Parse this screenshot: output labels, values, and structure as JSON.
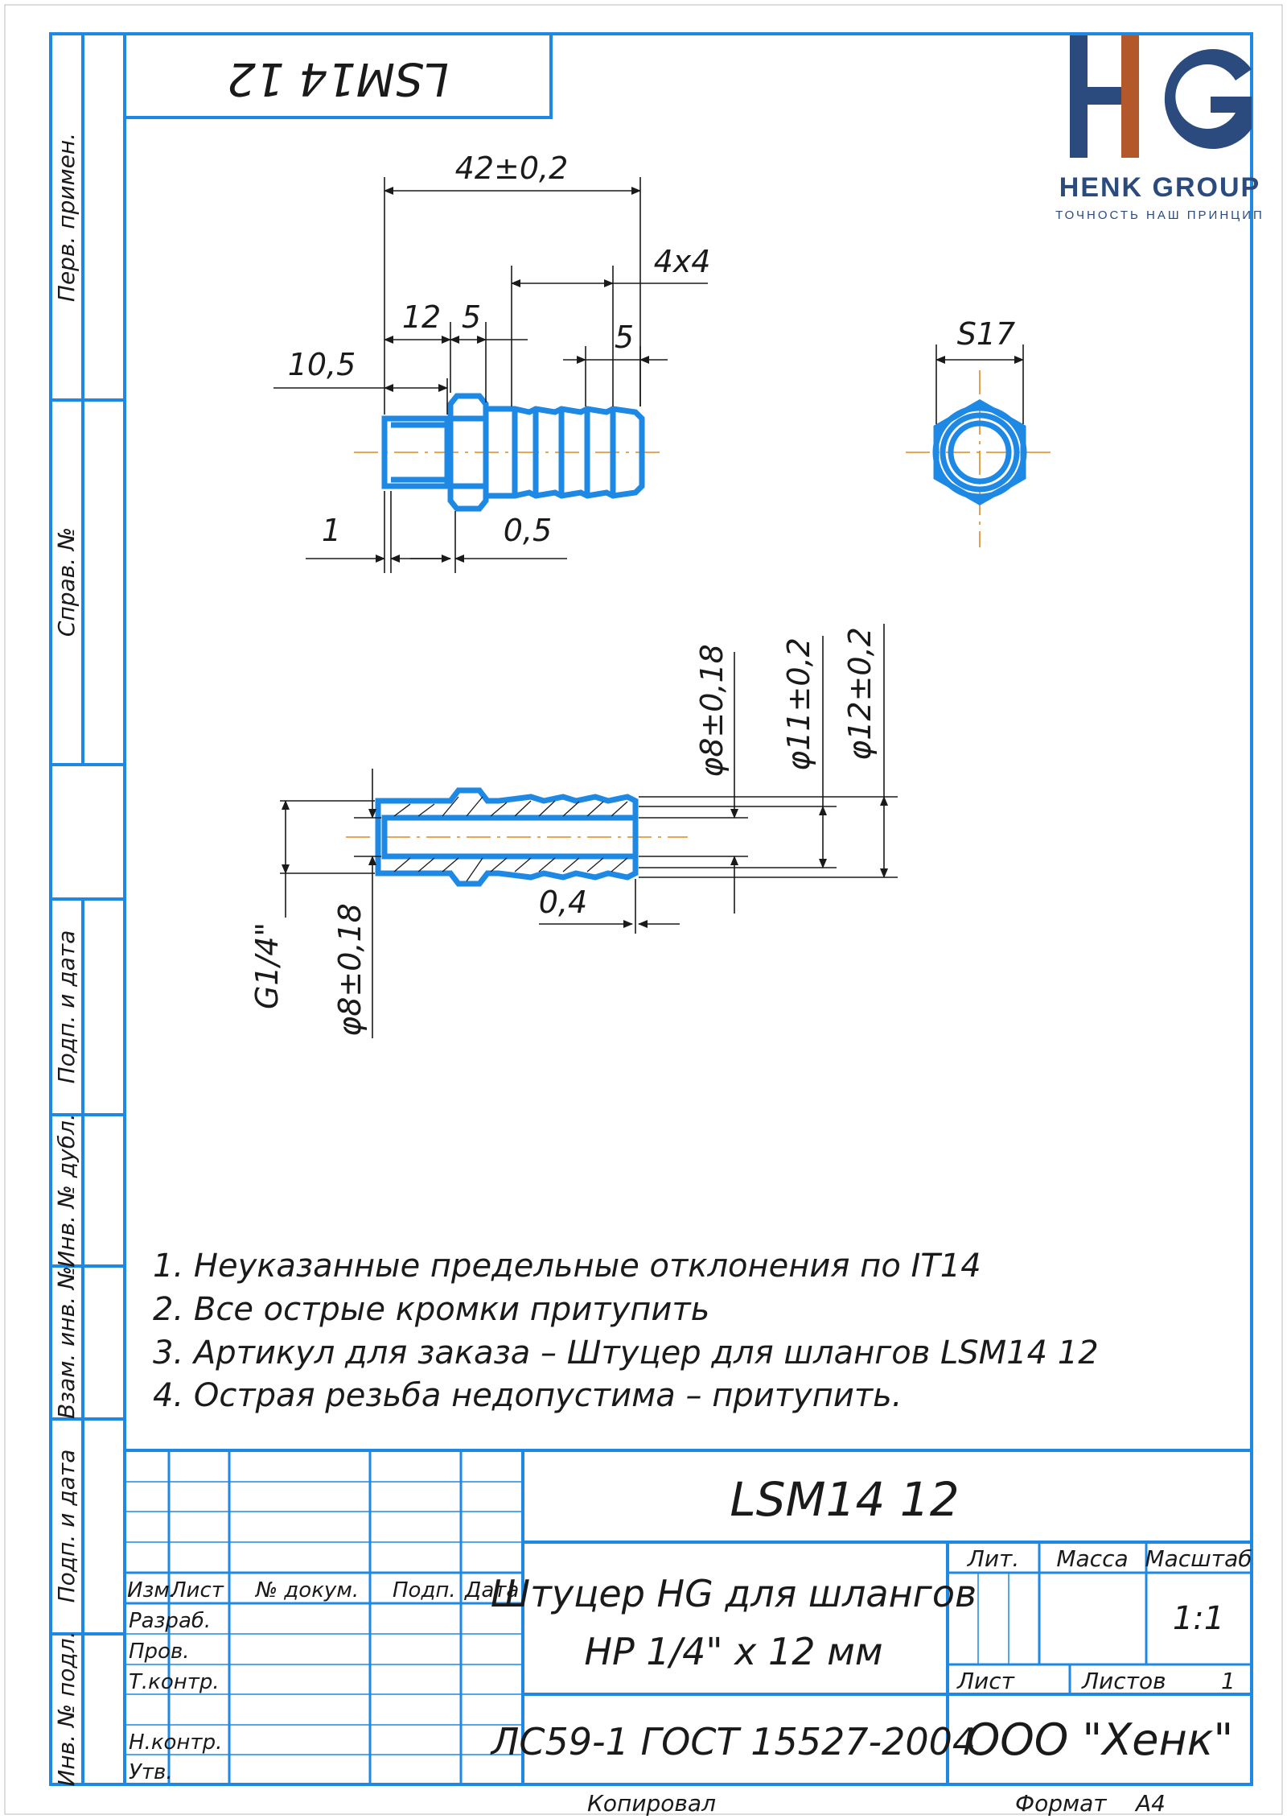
{
  "drawing": {
    "stamp_code": "LSM14 12",
    "title_code": "LSM14 12",
    "part_name_line1": "Штуцер HG для шлангов",
    "part_name_line2": "НР 1/4\" x 12 мм",
    "material": "ЛС59-1 ГОСТ 15527-2004",
    "company": "ООО \"Хенк\"",
    "scale": "1:1",
    "sheets_total": "1",
    "format_label": "Формат",
    "format_value": "А4",
    "copied_label": "Копировал"
  },
  "logo": {
    "letters": "HG",
    "name": "HENK GROUP",
    "tagline": "ТОЧНОСТЬ НАШ ПРИНЦИП",
    "color_primary": "#2b4b7e",
    "color_accent": "#b3582a"
  },
  "left_strip": {
    "labels": [
      "Перв. примен.",
      "Справ. №",
      "Подп. и дата",
      "Инв. № дубл.",
      "Взам. инв. №",
      "Подп. и дата",
      "Инв. № подл."
    ]
  },
  "title_block": {
    "col_headers": [
      "Изм.",
      "Лист",
      "№ докум.",
      "Подп.",
      "Дата"
    ],
    "roles": [
      "Разраб.",
      "Пров.",
      "Т.контр.",
      "Н.контр.",
      "Утв."
    ],
    "lit_label": "Лит.",
    "mass_label": "Масса",
    "scale_label": "Масштаб",
    "sheet_label": "Лист",
    "sheets_label": "Листов"
  },
  "dimensions": {
    "overall_length": "42±0,2",
    "groove_spec": "4x4",
    "thread_length": "12",
    "hex_width": "5",
    "groove_pitch": "5",
    "shoulder": "10,5",
    "chamfer_left": "1",
    "chamfer_right": "0,5",
    "hex_size": "S17",
    "bore_right": "φ8±0,18",
    "diam_11": "φ11±0,2",
    "diam_12": "φ12±0,2",
    "thread": "G1/4\"",
    "bore_left": "φ8±0,18",
    "edge": "0,4"
  },
  "notes": [
    "1. Неуказанные предельные отклонения по IT14",
    "2. Все острые кромки притупить",
    "3. Артикул для заказа – Штуцер для шлангов LSM14 12",
    "4. Острая резьба недопустима – притупить."
  ],
  "colors": {
    "frame": "#1e88e5",
    "axis": "#e08a1e",
    "ink": "#1a1a1a"
  }
}
